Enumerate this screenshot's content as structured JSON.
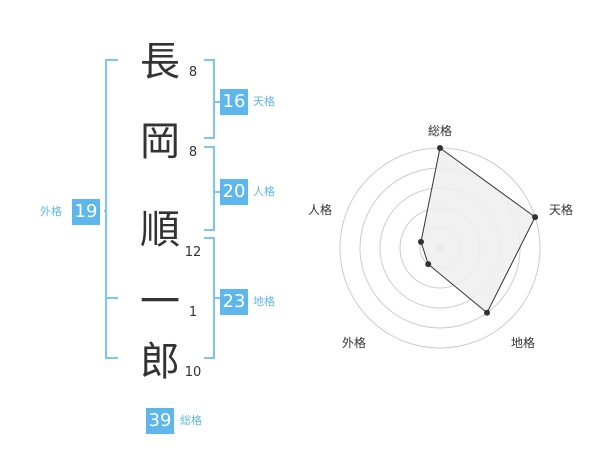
{
  "colors": {
    "accent": "#5eb7ec",
    "bracket": "#7cc5ef",
    "text": "#333333",
    "grid": "#cccccc",
    "fill": "#eeeeee",
    "point": "#333333"
  },
  "name_chars": [
    {
      "char": "長",
      "strokes": "8"
    },
    {
      "char": "岡",
      "strokes": "8"
    },
    {
      "char": "順",
      "strokes": "12"
    },
    {
      "char": "一",
      "strokes": "1"
    },
    {
      "char": "郎",
      "strokes": "10"
    }
  ],
  "kakusu": {
    "tenkaku": {
      "value": "16",
      "label": "天格"
    },
    "jinkaku": {
      "value": "20",
      "label": "人格"
    },
    "chikaku": {
      "value": "23",
      "label": "地格"
    },
    "gaikaku": {
      "value": "19",
      "label": "外格"
    },
    "soukaku": {
      "value": "39",
      "label": "総格"
    }
  },
  "chart_data": {
    "type": "radar",
    "axes": [
      "総格",
      "天格",
      "地格",
      "外格",
      "人格"
    ],
    "values": [
      5,
      5,
      4,
      1,
      1
    ],
    "max": 5,
    "rings": 5
  }
}
